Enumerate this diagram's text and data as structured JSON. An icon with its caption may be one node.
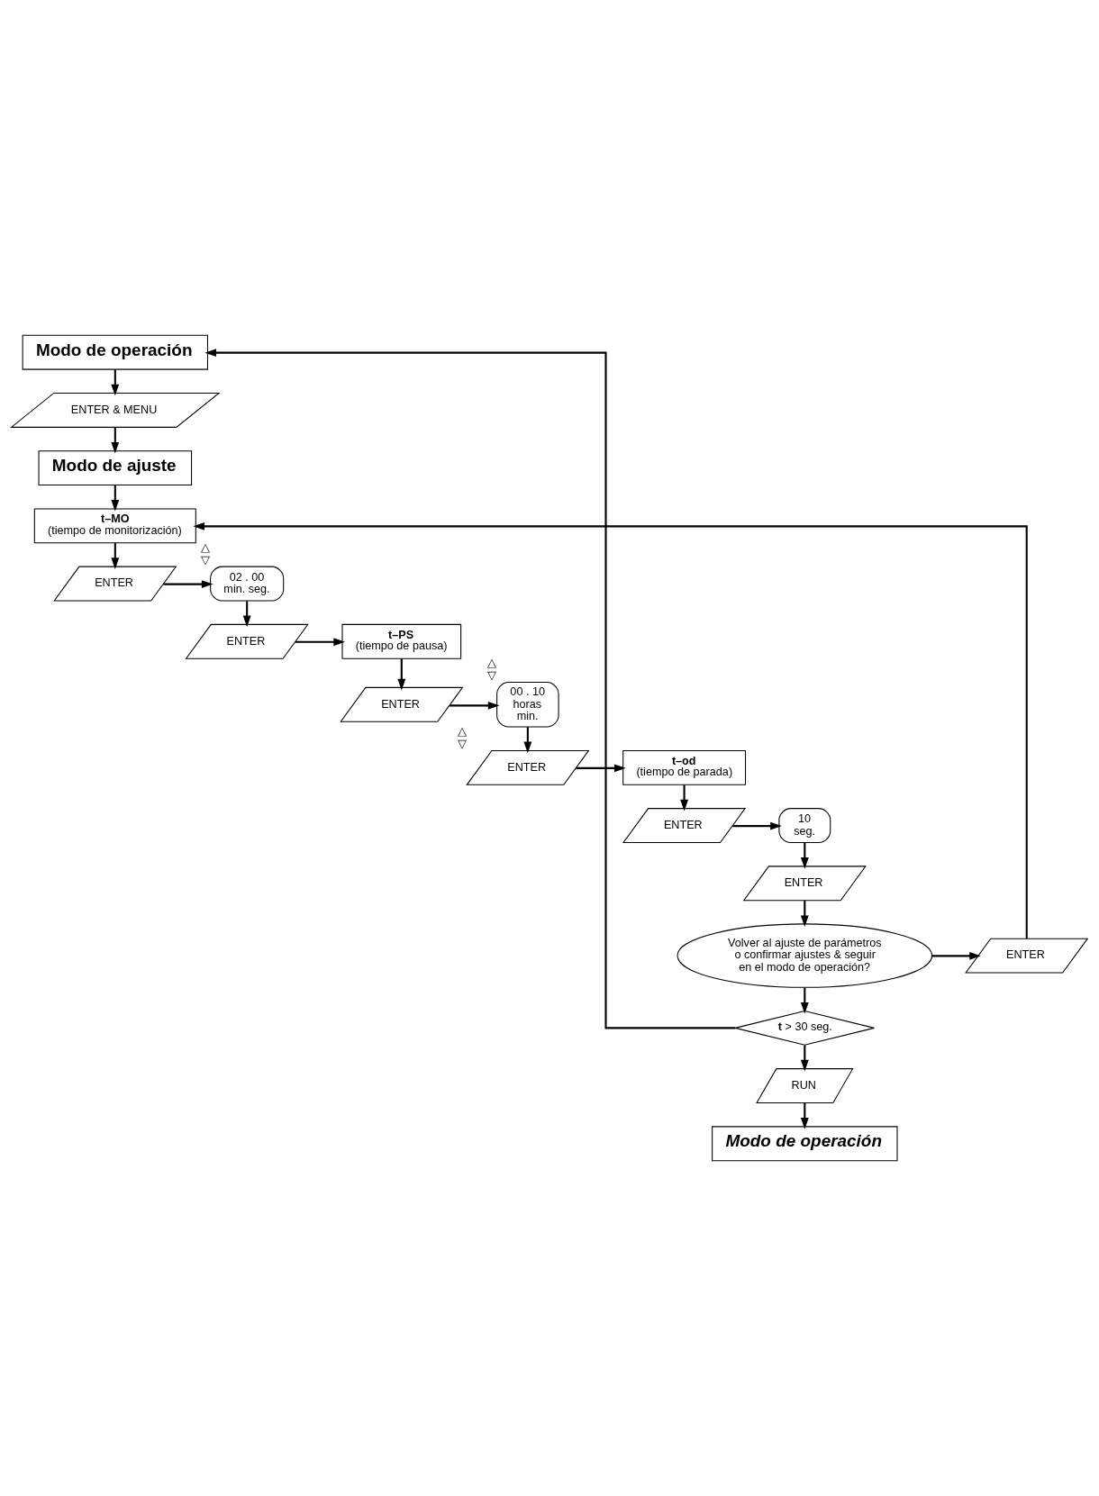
{
  "diagram": {
    "nodes": [
      {
        "text": [
          "Modo de operación"
        ]
      },
      {
        "text": [
          "ENTER & MENU"
        ]
      },
      {
        "text": [
          "Modo de ajuste"
        ]
      },
      {
        "text": [
          "t–MO",
          "(tiempo de monitorización)"
        ]
      },
      {
        "text": [
          "ENTER"
        ]
      },
      {
        "text": [
          "02 . 00 min. seg."
        ],
        "beside": [
          "△",
          "▽"
        ]
      },
      {
        "text": [
          "ENTER"
        ]
      },
      {
        "text": [
          "t–PS",
          "(tiempo de pausa)"
        ]
      },
      {
        "text": [
          "ENTER"
        ]
      },
      {
        "text": [
          "00 . 10 horas min."
        ],
        "beside": [
          "△",
          "▽"
        ]
      },
      {
        "text": [
          "ENTER"
        ],
        "beside": [
          "△",
          "▽"
        ]
      },
      {
        "text": [
          "t–od",
          "(tiempo de parada)"
        ]
      },
      {
        "text": [
          "ENTER"
        ]
      },
      {
        "text": [
          "10 seg."
        ]
      },
      {
        "text": [
          "ENTER"
        ]
      },
      {
        "text": [
          "Volver al ajuste de parámetros o confirmar ajustes & seguir en el modo de operación?"
        ]
      },
      {
        "text": [
          "ENTER"
        ]
      },
      {
        "text": [
          "**t** > 30 seg."
        ]
      },
      {
        "text": [
          "RUN"
        ]
      },
      {
        "text": [
          "Modo de operación"
        ]
      }
    ],
    "edges": [
      {
        "from": 0,
        "to": 1,
        "arrow": "to"
      },
      {
        "from": 1,
        "to": 2,
        "arrow": "to"
      },
      {
        "from": 2,
        "to": 3,
        "arrow": "to"
      },
      {
        "from": 3,
        "to": 4,
        "arrow": "to"
      },
      {
        "from": 4,
        "to": 5,
        "arrow": "to"
      },
      {
        "from": 5,
        "to": 6,
        "arrow": "to"
      },
      {
        "from": 6,
        "to": 7,
        "arrow": "to"
      },
      {
        "from": 7,
        "to": 8,
        "arrow": "to"
      },
      {
        "from": 8,
        "to": 9,
        "arrow": "to"
      },
      {
        "from": 9,
        "to": 10,
        "arrow": "to"
      },
      {
        "from": 10,
        "to": 11,
        "arrow": "to"
      },
      {
        "from": 11,
        "to": 12,
        "arrow": "to"
      },
      {
        "from": 12,
        "to": 13,
        "arrow": "to"
      },
      {
        "from": 13,
        "to": 14,
        "arrow": "to"
      },
      {
        "from": 14,
        "to": 15,
        "arrow": "to"
      },
      {
        "from": 15,
        "to": 16,
        "arrow": "to"
      },
      {
        "from": 16,
        "to": 3,
        "arrow": "to"
      },
      {
        "from": 15,
        "to": 17,
        "arrow": "to"
      },
      {
        "from": 17,
        "to": 0,
        "arrow": "to"
      },
      {
        "from": 17,
        "to": 18,
        "arrow": "to"
      },
      {
        "from": 18,
        "to": 19,
        "arrow": "to"
      }
    ]
  }
}
